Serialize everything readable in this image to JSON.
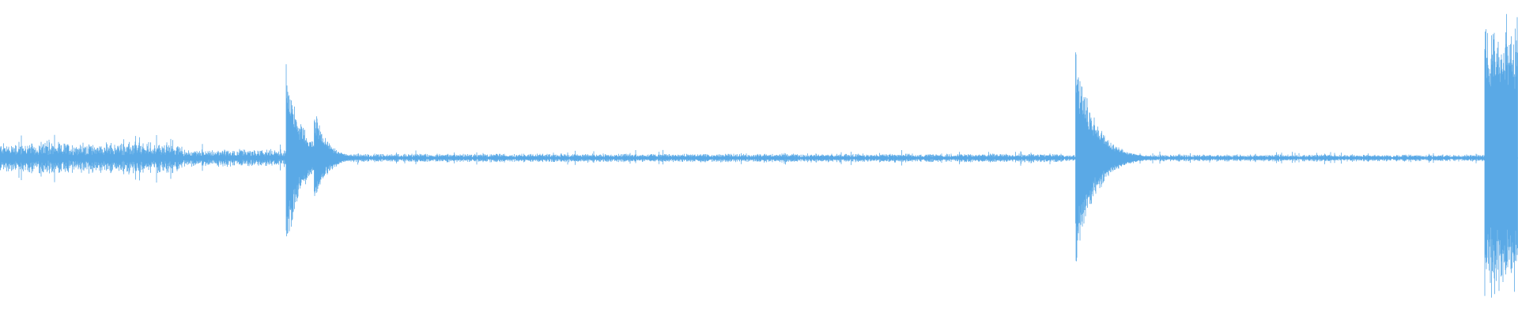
{
  "waveform": {
    "color": "#5aa9e6",
    "background": "#ffffff",
    "peak_events": [
      {
        "position_fraction": 0.1885,
        "amplitude": 0.66,
        "decay": 0.01
      },
      {
        "position_fraction": 0.207,
        "amplitude": 0.35,
        "decay": 0.008
      },
      {
        "position_fraction": 0.7085,
        "amplitude": 0.82,
        "decay": 0.012
      },
      {
        "position_fraction": 0.98,
        "amplitude": 0.95,
        "decay": 0.0
      }
    ],
    "noise_profile": [
      {
        "from": 0.0,
        "to": 0.12,
        "amplitude": 0.09
      },
      {
        "from": 0.12,
        "to": 0.19,
        "amplitude": 0.05
      },
      {
        "from": 0.19,
        "to": 0.7,
        "amplitude": 0.025
      },
      {
        "from": 0.7,
        "to": 0.975,
        "amplitude": 0.02
      }
    ],
    "tail_block": {
      "from": 0.978,
      "to": 1.0,
      "amplitude": 0.95
    }
  }
}
